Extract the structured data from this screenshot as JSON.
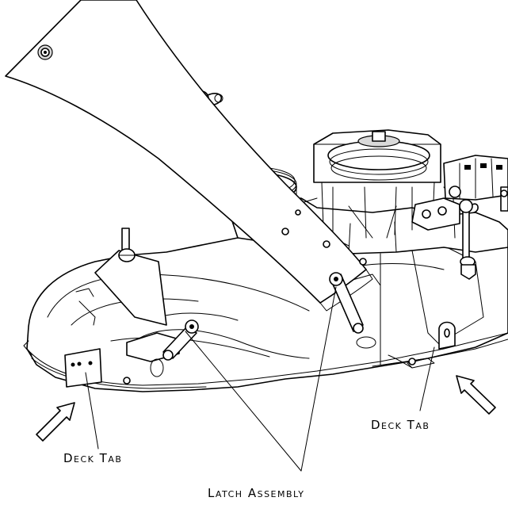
{
  "figure": {
    "labels": {
      "deck_tab_left": "Deck Tab",
      "deck_tab_right": "Deck Tab",
      "latch_assembly": "Latch Assembly"
    },
    "colors": {
      "line": "#000000",
      "background": "#ffffff",
      "shading": "#d9d9d9"
    }
  }
}
